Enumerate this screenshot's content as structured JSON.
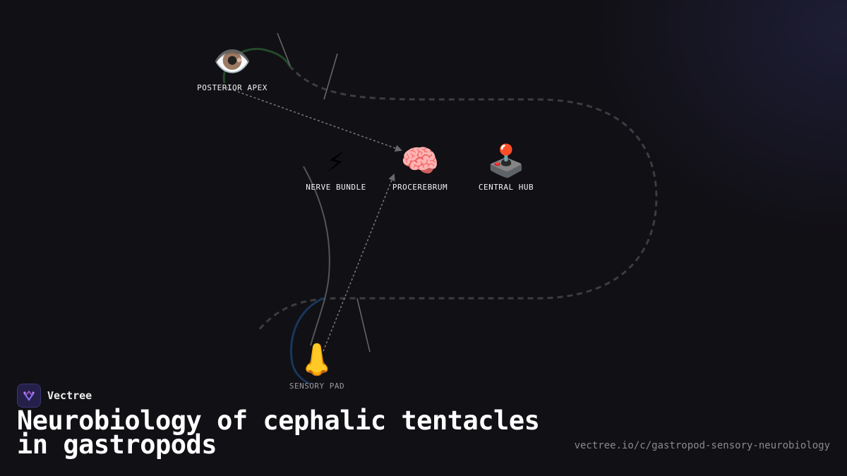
{
  "diagram": {
    "nodes": [
      {
        "id": "posterior-apex",
        "icon": "eye-icon",
        "glyph": "👁️",
        "label": "POSTERIOR APEX"
      },
      {
        "id": "nerve-bundle",
        "icon": "lightning-icon",
        "glyph": "⚡",
        "label": "NERVE BUNDLE"
      },
      {
        "id": "procerebrum",
        "icon": "brain-icon",
        "glyph": "🧠",
        "label": "PROCEREBRUM"
      },
      {
        "id": "central-hub",
        "icon": "joystick-icon",
        "glyph": "🕹️",
        "label": "CENTRAL HUB"
      },
      {
        "id": "sensory-pad",
        "icon": "nose-icon",
        "glyph": "👃",
        "label": "SENSORY PAD"
      }
    ],
    "edges": [
      {
        "from": "posterior-apex",
        "to": "procerebrum",
        "style": "dotted-arrow"
      },
      {
        "from": "sensory-pad",
        "to": "procerebrum",
        "style": "dotted-arrow"
      }
    ],
    "colors": {
      "path": "#3d3d40",
      "apex-arc": "#234a2a",
      "pad-arc": "#17375a",
      "arrow": "#6a6a6a"
    }
  },
  "branding": {
    "name": "Vectree",
    "logo_icon": "vectree-logo-icon",
    "accent": "#7b5cf0"
  },
  "title": "Neurobiology of cephalic tentacles in gastropods",
  "url": "vectree.io/c/gastropod-sensory-neurobiology"
}
